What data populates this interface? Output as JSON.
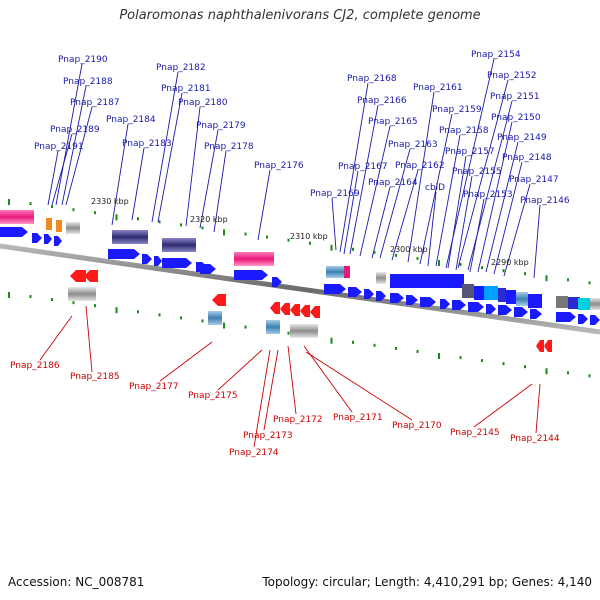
{
  "title": "Polaromonas naphthalenivorans CJ2, complete genome",
  "footer": {
    "accession": "Accession: NC_008781",
    "summary": "Topology: circular; Length: 4,410,291 bp; Genes: 4,140"
  },
  "colors": {
    "forward_label": "#1a1aa8",
    "reverse_label": "#cc0000",
    "forward_gene": "#1a1aff",
    "reverse_gene": "#ff1a1a",
    "backbone": "#8a8a8a",
    "tick": "#1a8a1a"
  },
  "kbp_labels": [
    "2330 kbp",
    "2320 kbp",
    "2310 kbp",
    "2300 kbp",
    "2290 kbp"
  ],
  "top_labels": [
    "Pnap_2190",
    "Pnap_2188",
    "Pnap_2187",
    "Pnap_2189",
    "Pnap_2191",
    "Pnap_2182",
    "Pnap_2181",
    "Pnap_2184",
    "Pnap_2180",
    "Pnap_2183",
    "Pnap_2179",
    "Pnap_2178",
    "Pnap_2176",
    "Pnap_2168",
    "Pnap_2166",
    "Pnap_2165",
    "Pnap_2161",
    "Pnap_2159",
    "Pnap_2163",
    "Pnap_2167",
    "Pnap_2162",
    "Pnap_2164",
    "Pnap_2169",
    "cbiD",
    "Pnap_2154",
    "Pnap_2152",
    "Pnap_2151",
    "Pnap_2150",
    "Pnap_2158",
    "Pnap_2149",
    "Pnap_2157",
    "Pnap_2148",
    "Pnap_2155",
    "Pnap_2147",
    "Pnap_2153",
    "Pnap_2146"
  ],
  "bottom_labels": [
    "Pnap_2186",
    "Pnap_2185",
    "Pnap_2177",
    "Pnap_2175",
    "Pnap_2172",
    "Pnap_2171",
    "Pnap_2173",
    "Pnap_2174",
    "Pnap_2170",
    "Pnap_2145",
    "Pnap_2144"
  ]
}
